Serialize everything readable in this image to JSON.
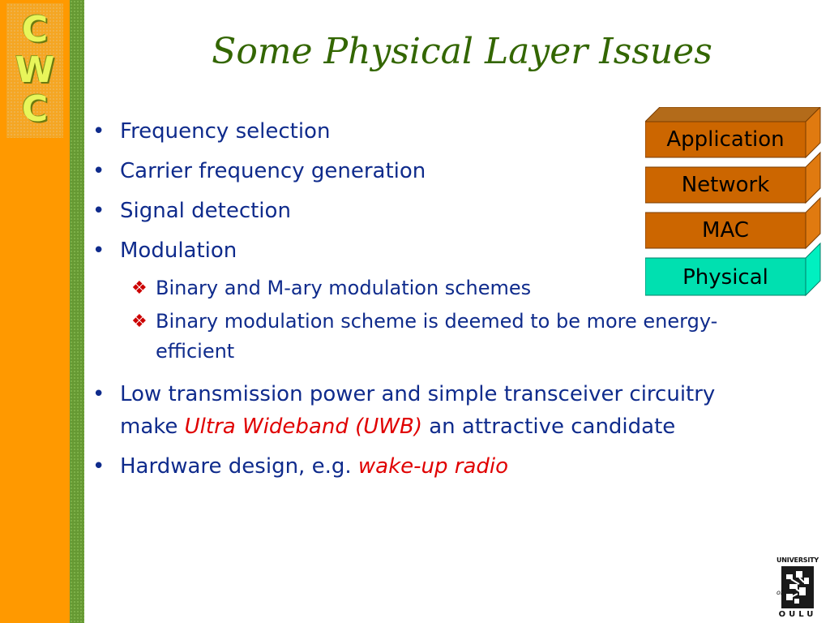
{
  "slide": {
    "title": "Some Physical Layer Issues",
    "logo": {
      "letters": [
        "C",
        "W",
        "C"
      ]
    },
    "bullets": {
      "frequency_selection": "Frequency selection",
      "carrier_generation": "Carrier frequency generation",
      "signal_detection": "Signal detection",
      "modulation": "Modulation",
      "modulation_sub": [
        "Binary and M-ary modulation schemes",
        "Binary modulation scheme is deemed to be more energy-efficient"
      ],
      "uwb_before": "Low transmission power and simple transceiver circuitry make ",
      "uwb_emphasis": "Ultra Wideband (UWB)",
      "uwb_after": " an attractive candidate",
      "hardware_before": "Hardware design, e.g. ",
      "hardware_emphasis": "wake-up radio"
    },
    "stack": {
      "layers": [
        "Application",
        "Network",
        "MAC",
        "Physical"
      ],
      "colors": {
        "upper_front": "#cc6600",
        "upper_top": "#b36b1a",
        "upper_side": "#e07a10",
        "physical_front": "#00e0b0",
        "physical_top": "#00c89a",
        "physical_side": "#00f0c0",
        "edge": "#7a3c00"
      }
    },
    "university_logo": {
      "top_text": "UNIVERSITY",
      "of_text": "of",
      "bottom_text": "OULU"
    },
    "colors": {
      "sidebar_orange": "#ff9900",
      "sidebar_green": "#669933",
      "title_green": "#336600",
      "body_blue": "#0f2b8c",
      "emphasis_red": "#e00000",
      "diamond_red": "#cc0000"
    }
  }
}
